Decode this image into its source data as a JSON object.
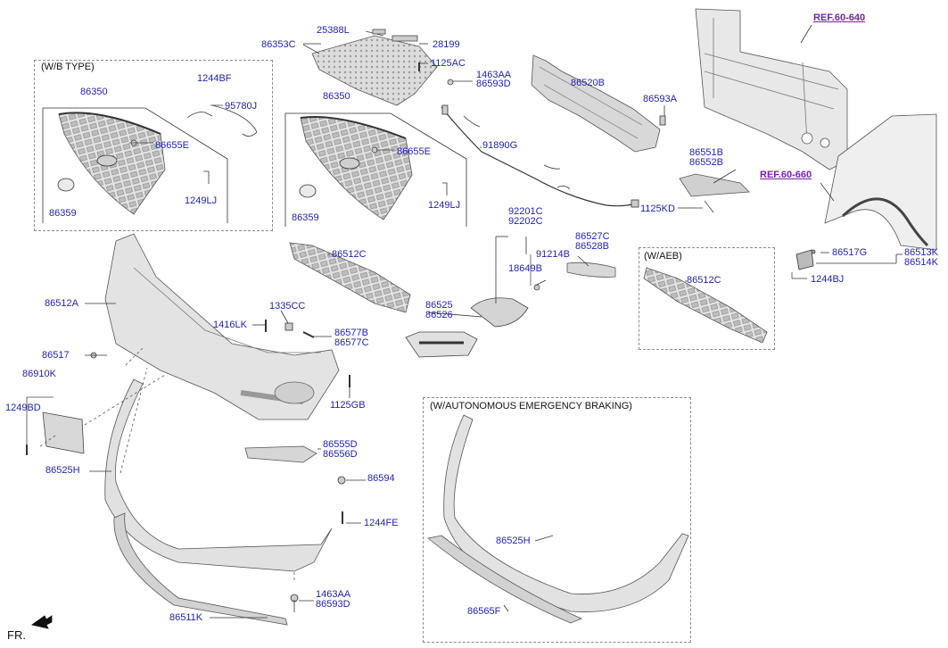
{
  "colors": {
    "label": "#1f1fb4",
    "ref": "#7a1fb0",
    "part_fill": "#d9d9d9",
    "line": "#444444"
  },
  "boxes": {
    "wb_type": "(W/B TYPE)",
    "w_aeb": "(W/AEB)",
    "w_autonomous": "(W/AUTONOMOUS EMERGENCY BRAKING)"
  },
  "refs": {
    "ref_60_640": "REF.60-640",
    "ref_60_660": "REF.60-660"
  },
  "labels": {
    "p86350_a": "86350",
    "p1244BF": "1244BF",
    "p95780J": "95780J",
    "p86655E_a": "86655E",
    "p1249LJ_a": "1249LJ",
    "p86359_a": "86359",
    "p25388L": "25388L",
    "p86353C": "86353C",
    "p28199": "28199",
    "p1125AC": "1125AC",
    "p1463AA_top": "1463AA",
    "p86593D_top": "86593D",
    "p86350_b": "86350",
    "p86655E_b": "86655E",
    "p1249LJ_b": "1249LJ",
    "p86359_b": "86359",
    "p86520B": "86520B",
    "p86593A": "86593A",
    "p91890G": "91890G",
    "p86551B": "86551B",
    "p86552B": "86552B",
    "p1125KD": "1125KD",
    "p92201C": "92201C",
    "p92202C": "92202C",
    "p86527C": "86527C",
    "p86528B": "86528B",
    "p18649B": "18649B",
    "p91214B": "91214B",
    "p86512C_a": "86512C",
    "p86512C_b": "86512C",
    "p86517G": "86517G",
    "p86513K": "86513K",
    "p86514K": "86514K",
    "p1244BJ": "1244BJ",
    "p86512A": "86512A",
    "p1416LK": "1416LK",
    "p1335CC": "1335CC",
    "p86577B": "86577B",
    "p86577C": "86577C",
    "p86525": "86525",
    "p86526": "86526",
    "p86517": "86517",
    "p86910K": "86910K",
    "p1249BD": "1249BD",
    "p1125GB": "1125GB",
    "p86525H_a": "86525H",
    "p86555D": "86555D",
    "p86556D": "86556D",
    "p86594": "86594",
    "p1244FE": "1244FE",
    "p1463AA_bot": "1463AA",
    "p86593D_bot": "86593D",
    "p86511K": "86511K",
    "p86525H_b": "86525H",
    "p86565F": "86565F",
    "fr": "FR."
  }
}
